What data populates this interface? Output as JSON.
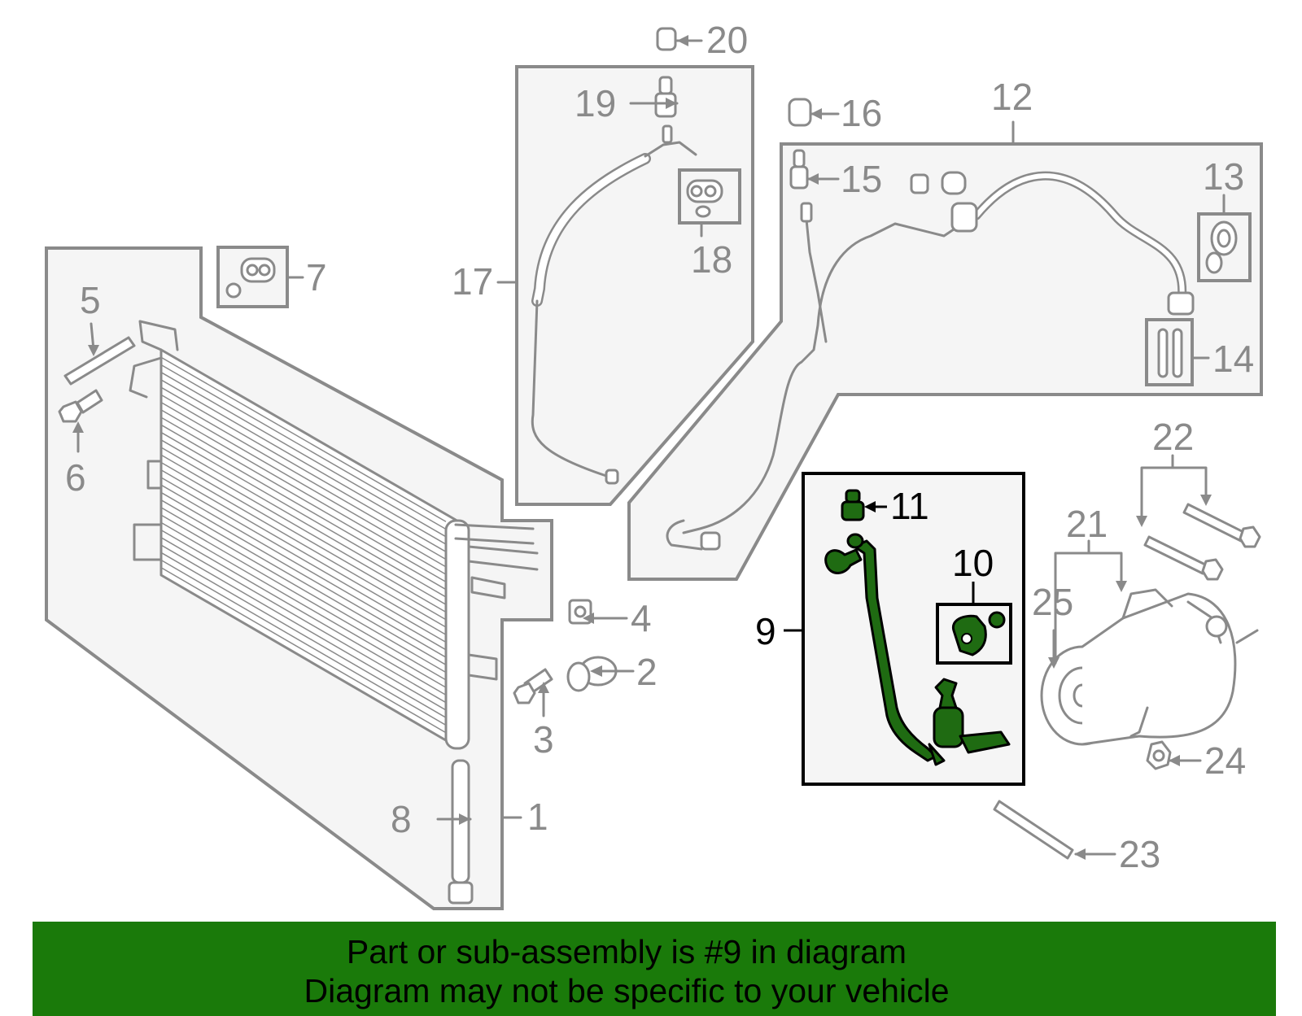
{
  "callouts": {
    "c1": "1",
    "c2": "2",
    "c3": "3",
    "c4": "4",
    "c5": "5",
    "c6": "6",
    "c7": "7",
    "c8": "8",
    "c9": "9",
    "c10": "10",
    "c11": "11",
    "c12": "12",
    "c13": "13",
    "c14": "14",
    "c15": "15",
    "c16": "16",
    "c17": "17",
    "c18": "18",
    "c19": "19",
    "c20": "20",
    "c21": "21",
    "c22": "22",
    "c23": "23",
    "c24": "24",
    "c25": "25"
  },
  "highlighted_part": "9",
  "banner": {
    "line1": "Part or sub-assembly is #9 in diagram",
    "line2": "Diagram may not be specific to your vehicle"
  },
  "colors": {
    "highlight": "#1f6b12",
    "banner_bg": "#1a7a0a",
    "part_outline": "#8a8a8a",
    "group_fill": "#f5f5f5"
  }
}
